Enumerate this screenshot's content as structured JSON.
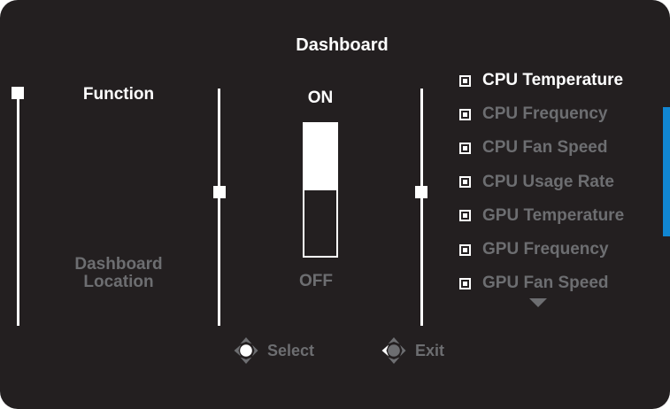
{
  "title": "Dashboard",
  "colors": {
    "panel_bg": "#231f20",
    "accent_blue": "#1186d2",
    "inactive_gray": "#6d6e71",
    "active_white": "#ffffff"
  },
  "left_menu": {
    "function_label": "Function",
    "dashboard_location_label": "Dashboard\nLocation"
  },
  "toggle": {
    "on_label": "ON",
    "off_label": "OFF",
    "state": "ON"
  },
  "sensor_list": {
    "items": [
      {
        "label": "CPU Temperature",
        "checked": true,
        "selected": true
      },
      {
        "label": "CPU Frequency",
        "checked": true,
        "selected": false
      },
      {
        "label": "CPU Fan Speed",
        "checked": true,
        "selected": false
      },
      {
        "label": "CPU Usage Rate",
        "checked": true,
        "selected": false
      },
      {
        "label": "GPU Temperature",
        "checked": true,
        "selected": false
      },
      {
        "label": "GPU Frequency",
        "checked": true,
        "selected": false
      },
      {
        "label": "GPU Fan Speed",
        "checked": true,
        "selected": false
      }
    ],
    "more_below": true
  },
  "hints": {
    "select_label": "Select",
    "exit_label": "Exit"
  },
  "icons": {
    "checkbox": "checked-box-icon",
    "more": "chevron-down-icon",
    "joystick": "joystick-icon"
  }
}
